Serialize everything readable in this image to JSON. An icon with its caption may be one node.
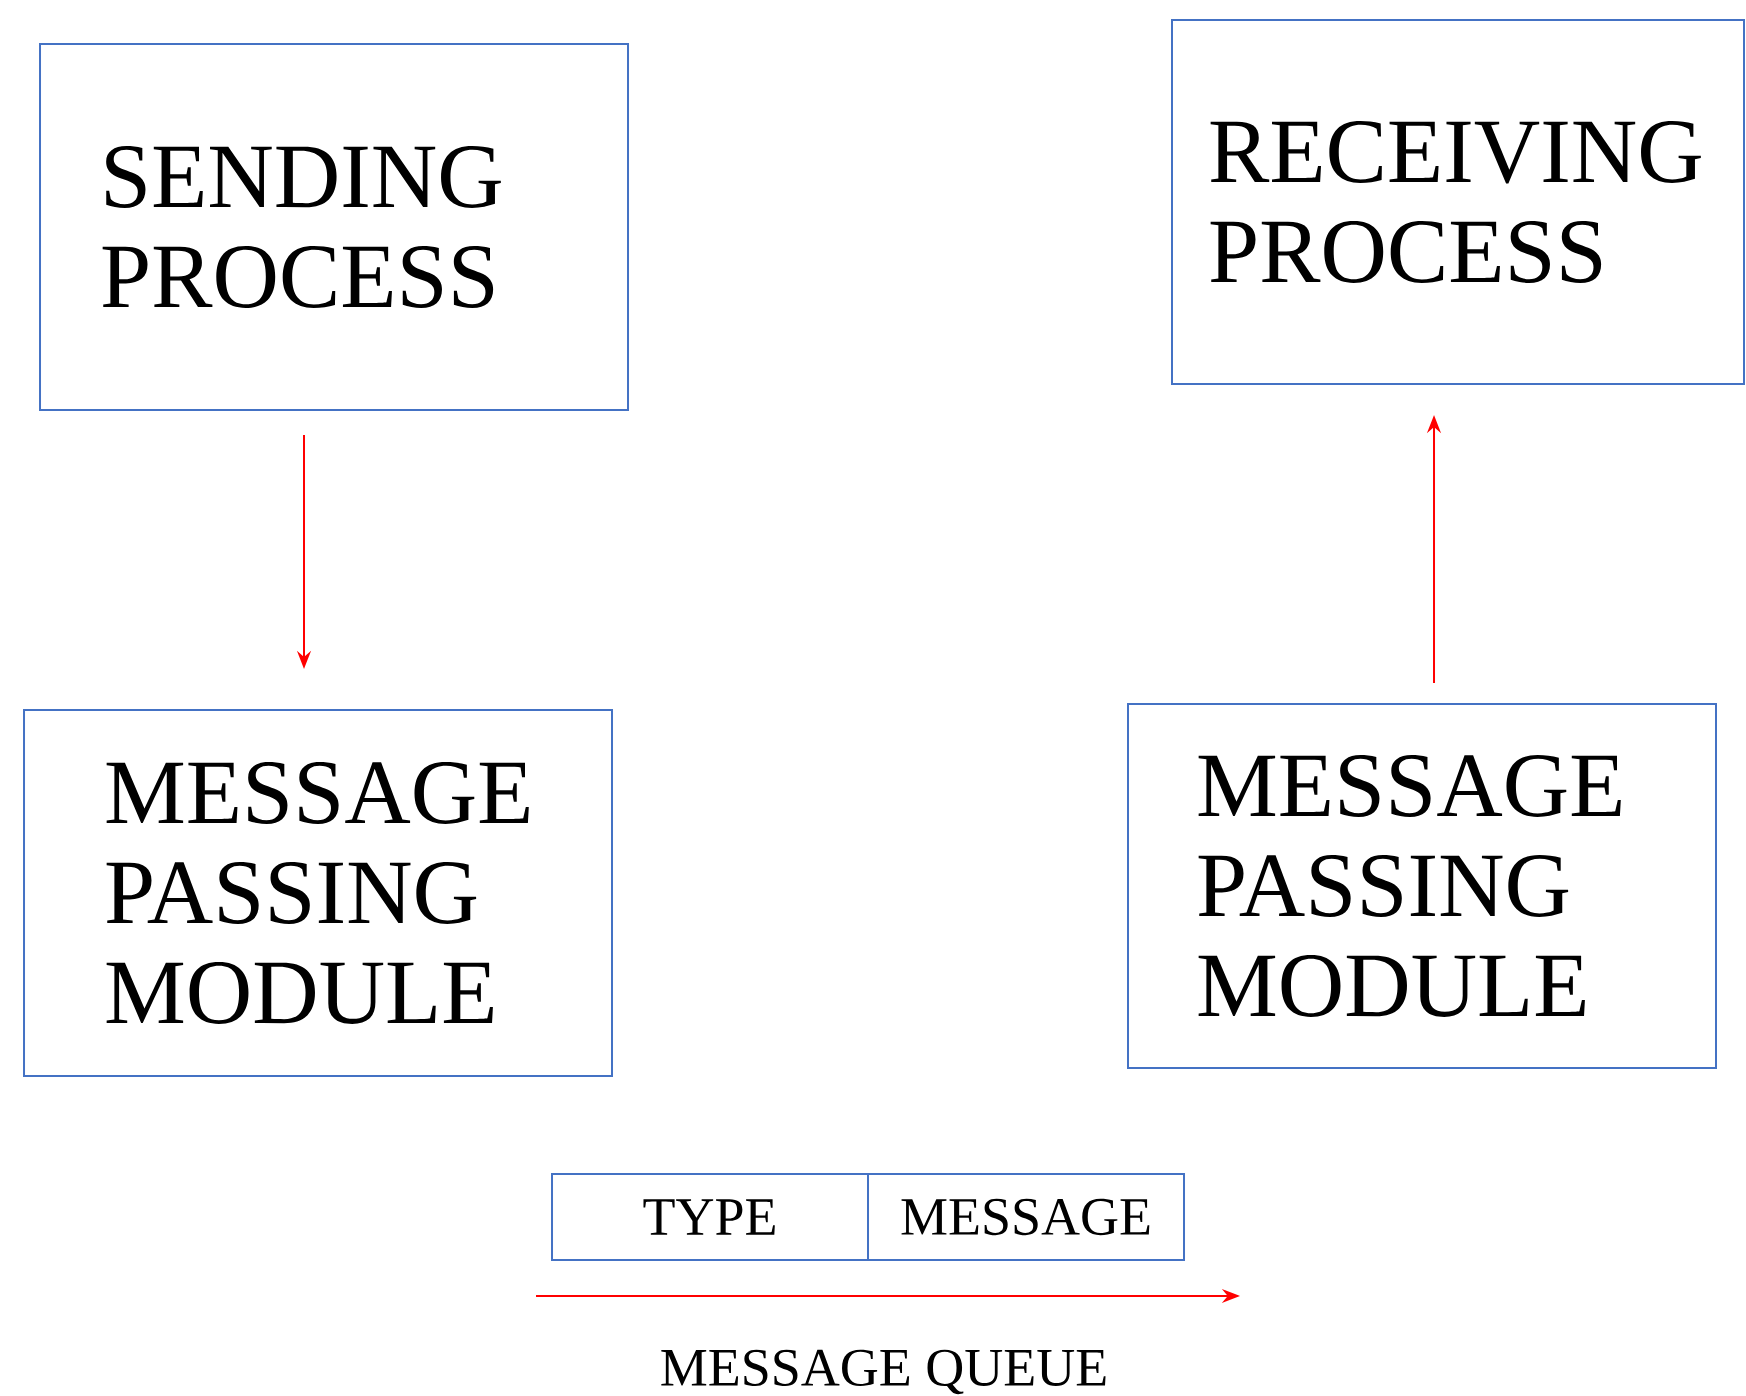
{
  "diagram": {
    "nodes": [
      {
        "text": [
          "SENDING PROCESS"
        ]
      },
      {
        "text": [
          "MESSAGE PASSING MODULE"
        ]
      },
      {
        "text": [
          "RECEIVING PROCESS"
        ]
      },
      {
        "text": [
          "MESSAGE PASSING MODULE"
        ]
      },
      {
        "text": [
          "TYPE"
        ]
      },
      {
        "text": [
          "MESSAGE"
        ]
      }
    ],
    "edges": [
      {
        "from": 0,
        "to": 1,
        "arrow": "to"
      },
      {
        "from": 3,
        "to": 2,
        "arrow": "to"
      }
    ],
    "labels": [
      "MESSAGE QUEUE"
    ]
  }
}
